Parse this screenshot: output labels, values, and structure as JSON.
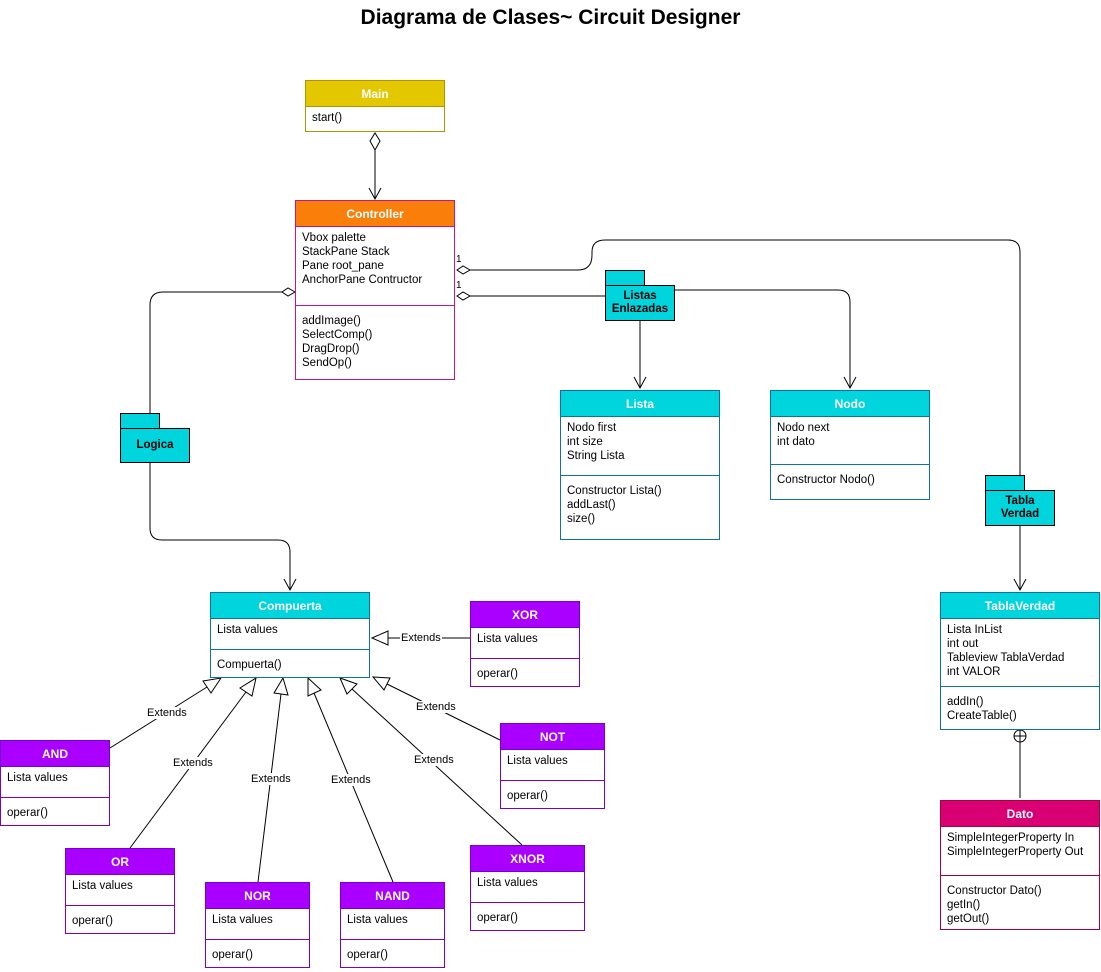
{
  "title": "Diagrama de Clases~ Circuit Designer",
  "colors": {
    "main": "#e3c800",
    "main_border": "#b09500",
    "controller": "#fa7f0a",
    "controller_border": "#c71583",
    "cyan": "#00d4dc",
    "blue_border": "#10739e",
    "purple": "#aa00ff",
    "purple_border": "#7700cc",
    "dato": "#d80073",
    "dato_border": "#a50040"
  },
  "classes": {
    "main": {
      "name": "Main",
      "attributes": [],
      "methods": [
        "start()"
      ]
    },
    "controller": {
      "name": "Controller",
      "attributes": [
        "Vbox palette",
        "StackPane Stack",
        "Pane root_pane",
        "AnchorPane Contructor"
      ],
      "methods": [
        "addImage()",
        "SelectComp()",
        "DragDrop()",
        "SendOp()"
      ]
    },
    "lista": {
      "name": "Lista",
      "attributes": [
        "Nodo first",
        "int size",
        "String Lista"
      ],
      "methods": [
        "Constructor Lista()",
        "addLast()",
        "size()"
      ]
    },
    "nodo": {
      "name": "Nodo",
      "attributes": [
        "Nodo next",
        "int dato"
      ],
      "methods": [
        "Constructor Nodo()"
      ]
    },
    "compuerta": {
      "name": "Compuerta",
      "attributes": [
        "Lista values"
      ],
      "methods": [
        "Compuerta()"
      ]
    },
    "xor": {
      "name": "XOR",
      "attributes": [
        "Lista values"
      ],
      "methods": [
        "operar()"
      ]
    },
    "not": {
      "name": "NOT",
      "attributes": [
        "Lista values"
      ],
      "methods": [
        "operar()"
      ]
    },
    "and": {
      "name": "AND",
      "attributes": [
        "Lista values"
      ],
      "methods": [
        "operar()"
      ]
    },
    "or": {
      "name": "OR",
      "attributes": [
        "Lista values"
      ],
      "methods": [
        "operar()"
      ]
    },
    "nor": {
      "name": "NOR",
      "attributes": [
        "Lista values"
      ],
      "methods": [
        "operar()"
      ]
    },
    "nand": {
      "name": "NAND",
      "attributes": [
        "Lista values"
      ],
      "methods": [
        "operar()"
      ]
    },
    "xnor": {
      "name": "XNOR",
      "attributes": [
        "Lista values"
      ],
      "methods": [
        "operar()"
      ]
    },
    "tablaverdad": {
      "name": "TablaVerdad",
      "attributes": [
        "Lista InList",
        "int out",
        "Tableview TablaVerdad",
        "int VALOR"
      ],
      "methods": [
        "addIn()",
        "CreateTable()"
      ]
    },
    "dato": {
      "name": "Dato",
      "attributes": [
        "SimpleIntegerProperty In",
        "SimpleIntegerProperty Out"
      ],
      "methods": [
        "Constructor Dato()",
        "getIn()",
        "getOut()"
      ]
    }
  },
  "packages": {
    "listas": [
      "Listas",
      "Enlazadas"
    ],
    "logica": [
      "Logica"
    ],
    "tabla": [
      "Tabla",
      "Verdad"
    ]
  },
  "labels": {
    "extends": "Extends",
    "mult_main": "1",
    "mult_ctrl_1": "1",
    "mult_ctrl_2": "1"
  }
}
